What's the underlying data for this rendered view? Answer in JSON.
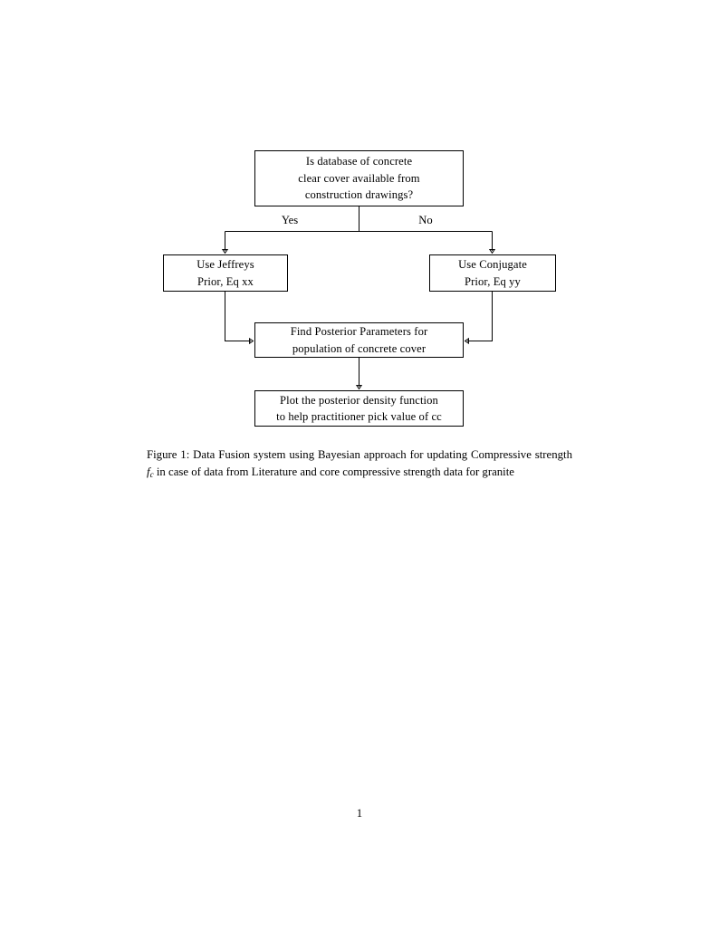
{
  "document": {
    "page_number": "1",
    "background_color": "#ffffff",
    "text_color": "#000000"
  },
  "figure": {
    "type": "flowchart",
    "nodes": [
      {
        "id": "decision",
        "name": "decision-node",
        "shape": "rectangle",
        "lines": [
          "Is database of concrete",
          "clear cover available from",
          "construction drawings?"
        ]
      },
      {
        "id": "jeffreys",
        "name": "jeffreys-prior-node",
        "shape": "rectangle",
        "lines": [
          "Use Jeffreys",
          "Prior, Eq xx"
        ]
      },
      {
        "id": "conjugate",
        "name": "conjugate-prior-node",
        "shape": "rectangle",
        "lines": [
          "Use Conjugate",
          "Prior, Eq yy"
        ]
      },
      {
        "id": "posterior",
        "name": "posterior-parameters-node",
        "shape": "rectangle",
        "lines": [
          "Find Posterior Parameters for",
          "population of concrete cover"
        ]
      },
      {
        "id": "plot",
        "name": "plot-density-node",
        "shape": "rectangle",
        "lines": [
          "Plot the posterior density function",
          "to help practitioner pick value of cc"
        ]
      }
    ],
    "edge_labels": {
      "yes": "Yes",
      "no": "No"
    }
  },
  "caption": {
    "label": "Figure 1:",
    "text_before_math": " Data Fusion system using Bayesian approach for updating Compressive strength ",
    "math_base": "f",
    "math_subscript": "c",
    "text_after_math": " in case of data from Literature and core compressive strength data for granite"
  }
}
